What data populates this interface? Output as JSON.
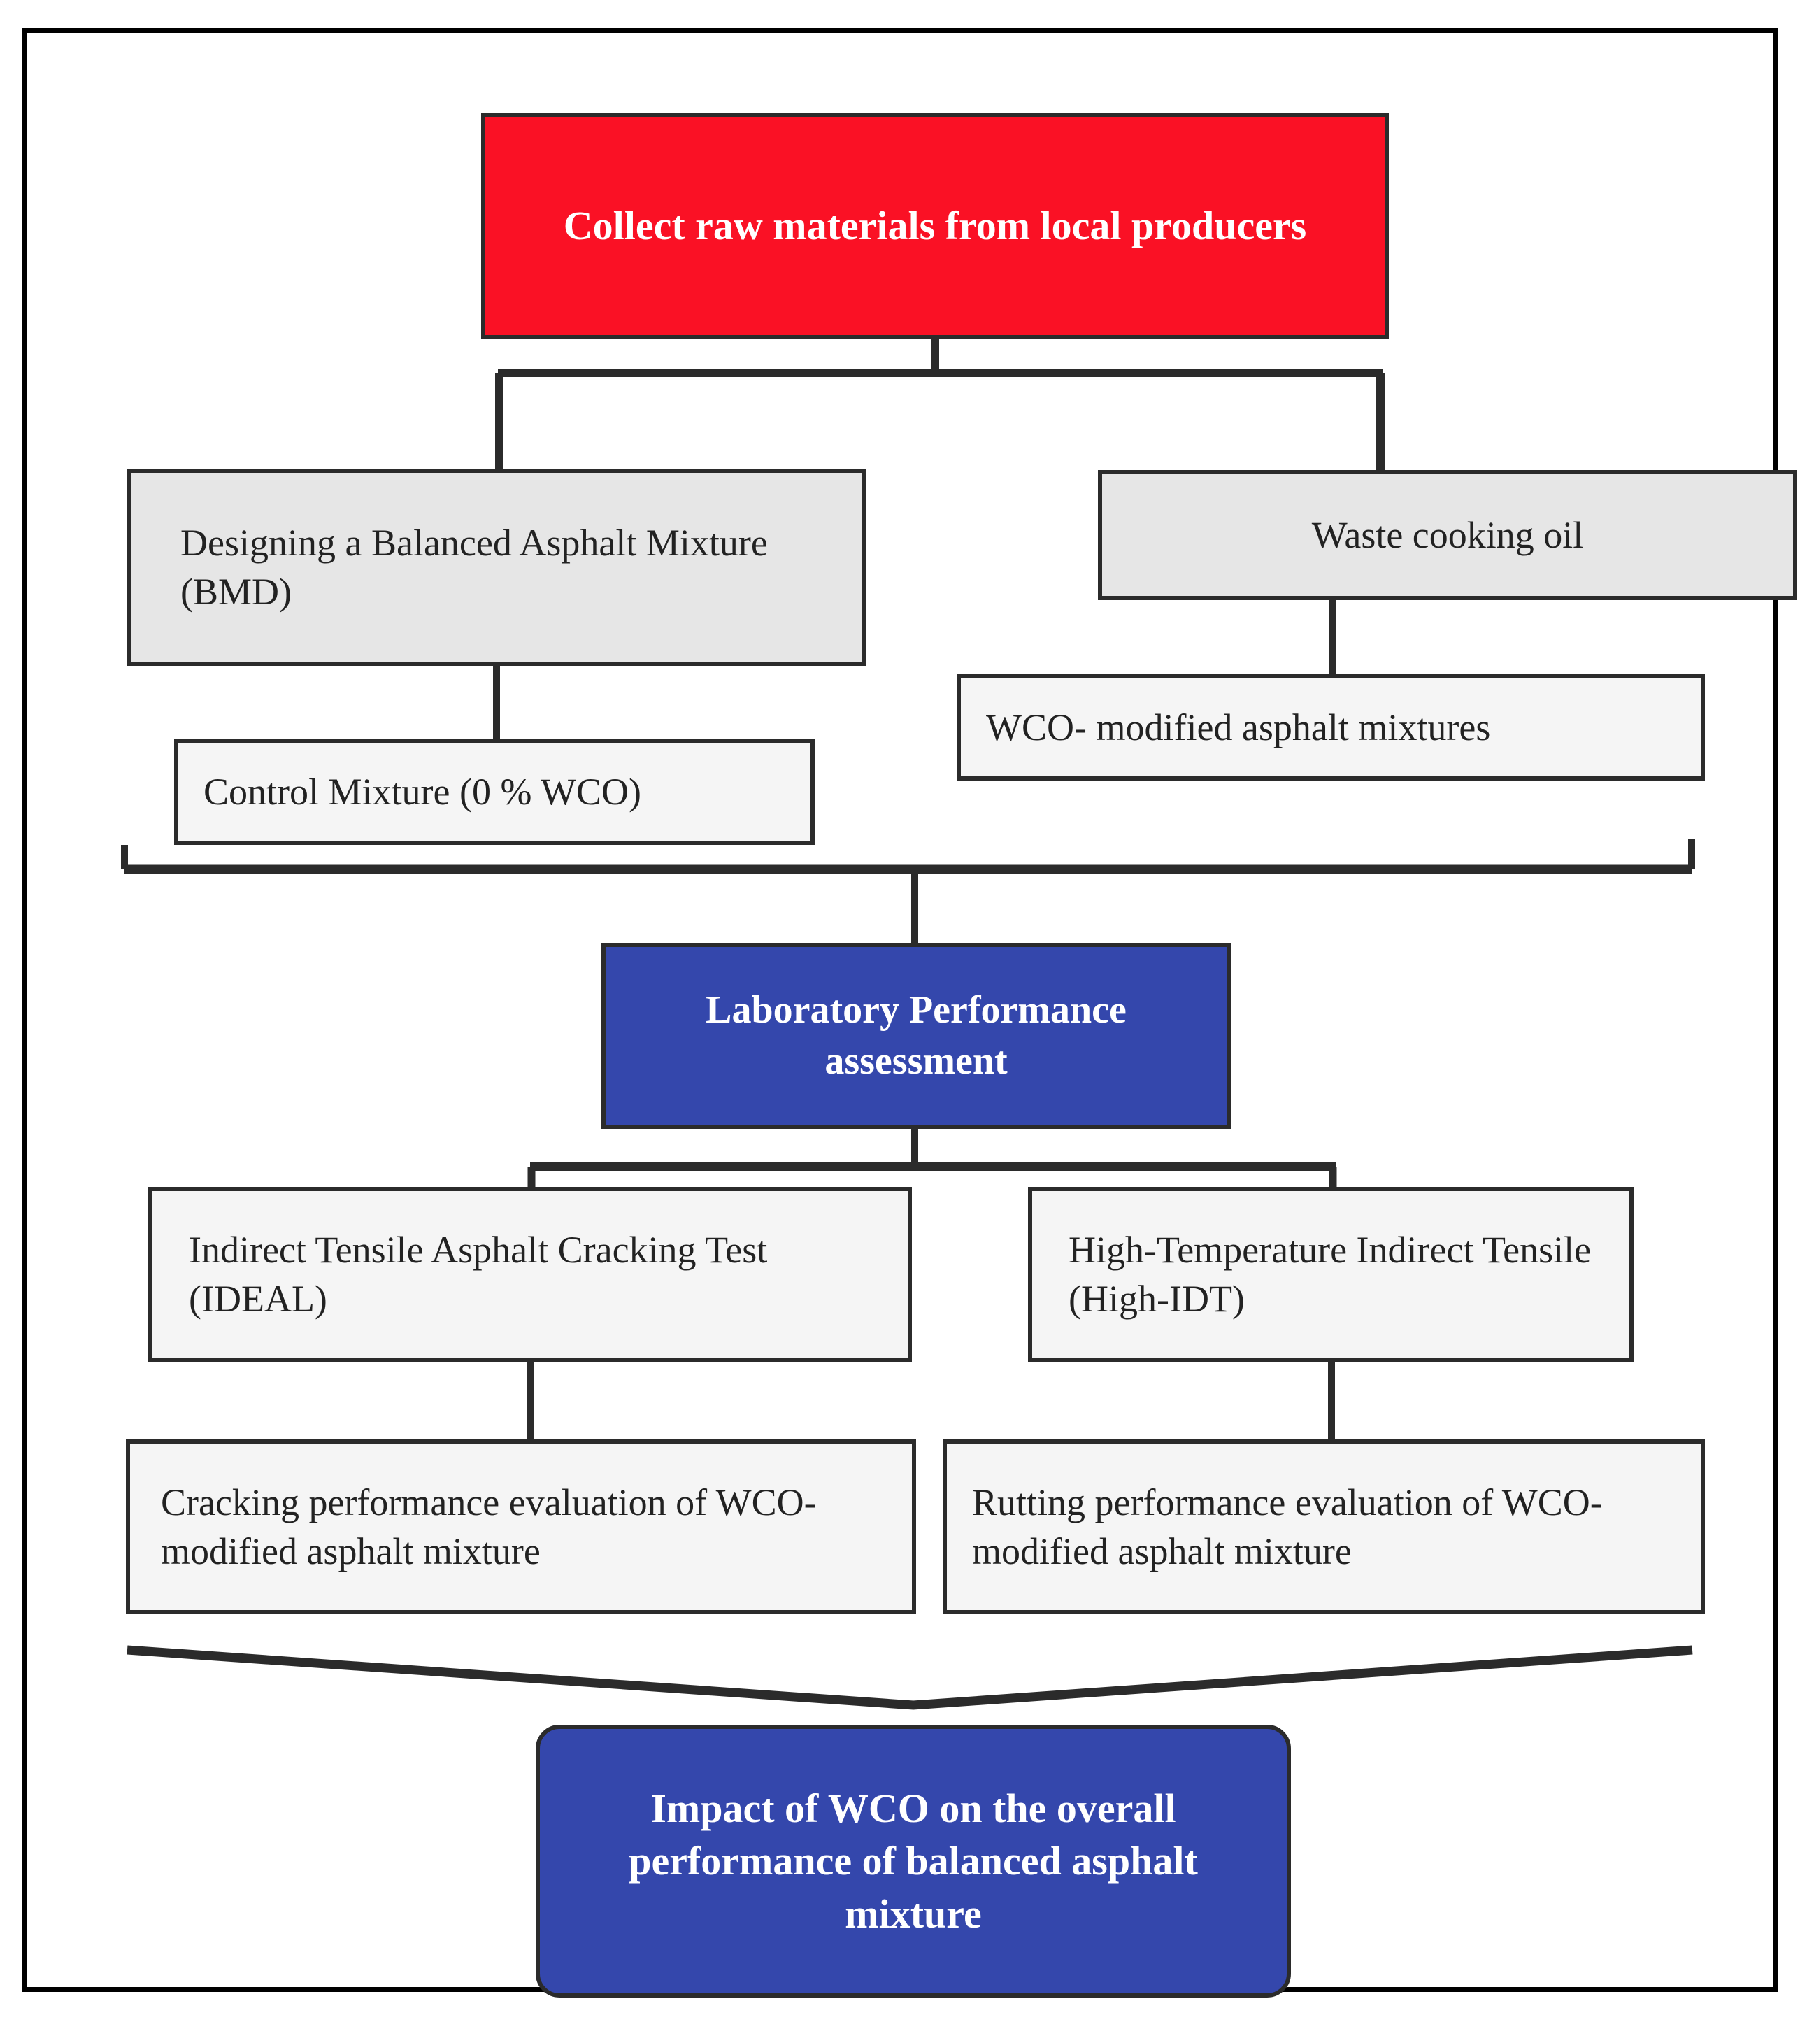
{
  "diagram": {
    "title": "Research methodology flowchart for WCO-modified balanced asphalt mixture",
    "colors": {
      "red": "#fa1125",
      "blue": "#3447ac",
      "grey": "#e6e6e6",
      "light": "#f5f5f5",
      "border": "#2b2b2b",
      "frame": "#000000",
      "white_text": "#ffffff",
      "dark_text": "#222222"
    },
    "nodes": {
      "collect": "Collect raw materials from local producers",
      "bmd": "Designing a Balanced Asphalt Mixture (BMD)",
      "waste_cooking_oil": "Waste cooking oil",
      "wco_modified": "WCO- modified asphalt mixtures",
      "control_mixture": "Control Mixture (0 % WCO)",
      "lab_assessment": "Laboratory Performance assessment",
      "ideal_test": "Indirect Tensile Asphalt Cracking Test (IDEAL)",
      "high_idt": "High-Temperature Indirect Tensile (High-IDT)",
      "cracking_eval": "Cracking performance evaluation of WCO-modified asphalt mixture",
      "rutting_eval": "Rutting performance evaluation of WCO-modified asphalt mixture",
      "impact": "Impact of WCO on the overall performance of balanced asphalt mixture"
    }
  }
}
